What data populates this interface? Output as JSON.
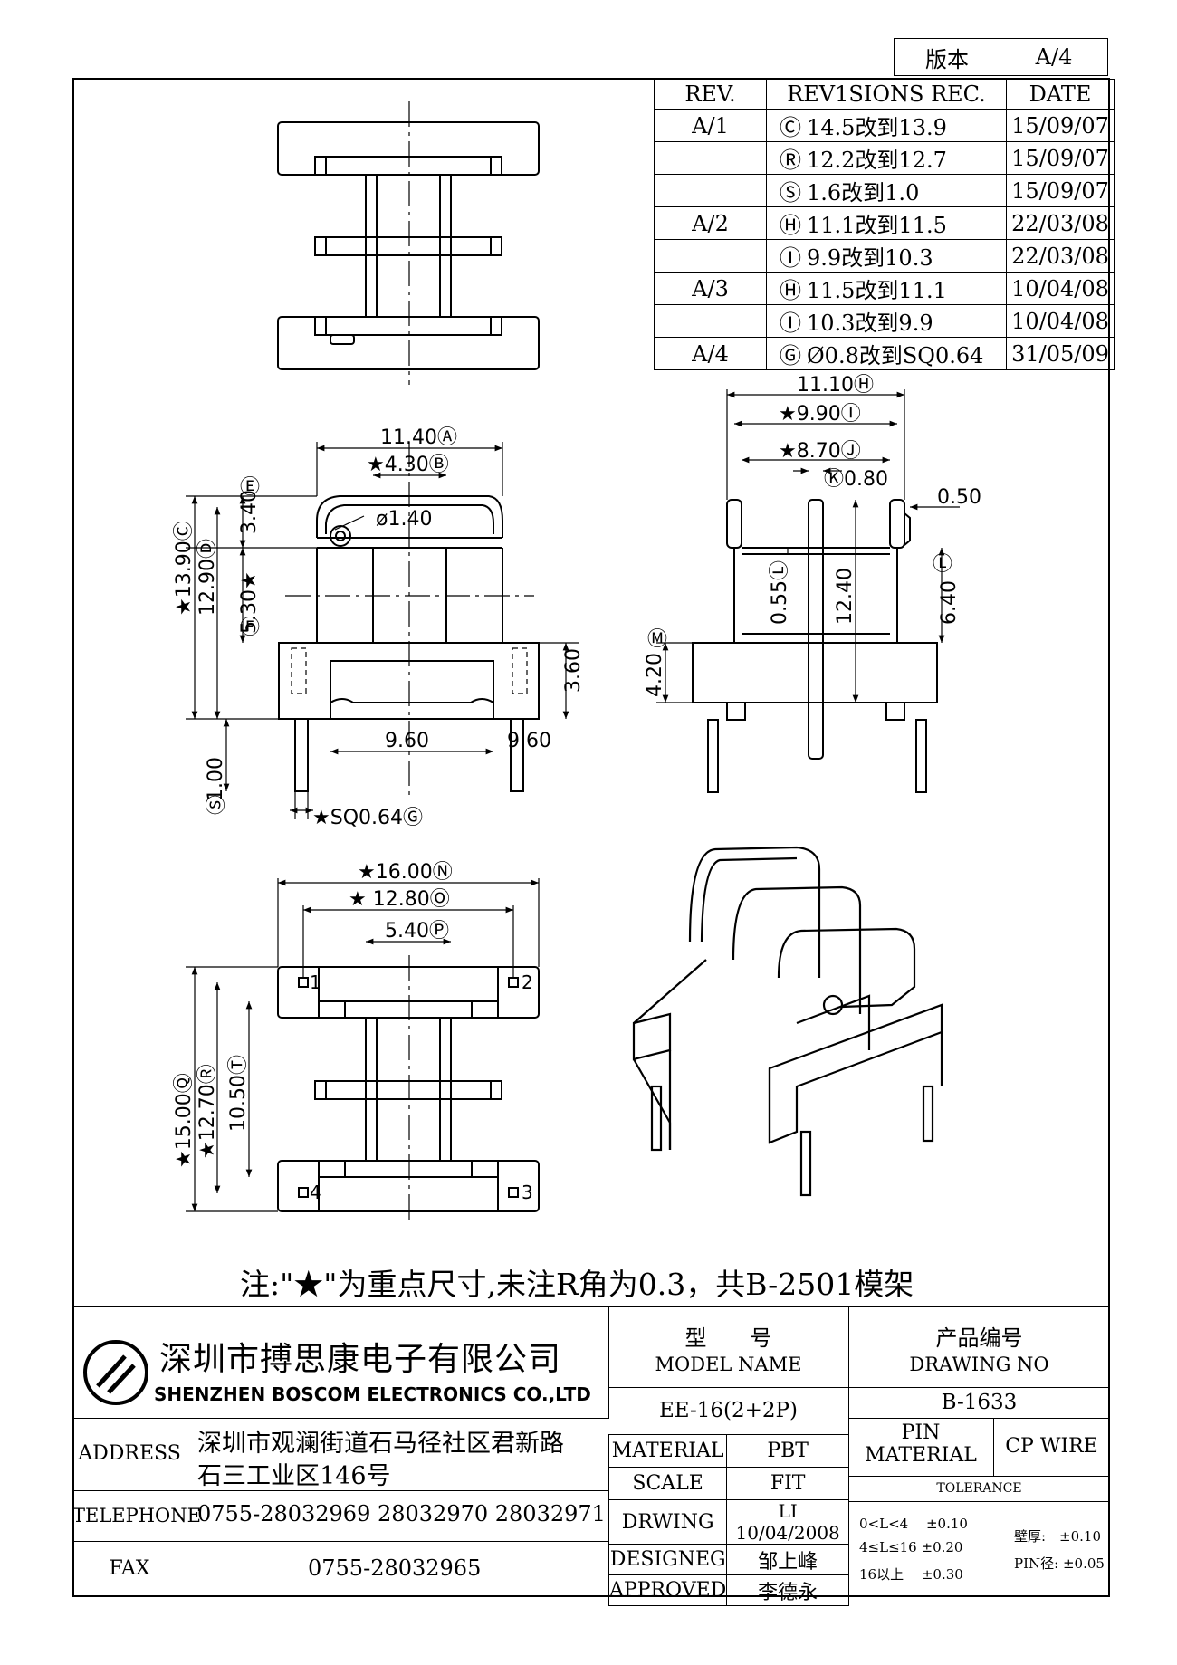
{
  "version": {
    "label": "版本",
    "value": "A/4"
  },
  "revisions": {
    "headers": [
      "REV.",
      "REV1SIONS REC.",
      "DATE"
    ],
    "rows": [
      {
        "rev": "A/1",
        "mark": "Ⓒ",
        "text": "14.5改到13.9",
        "date": "15/09/07"
      },
      {
        "rev": "",
        "mark": "Ⓡ",
        "text": "12.2改到12.7",
        "date": "15/09/07"
      },
      {
        "rev": "",
        "mark": "Ⓢ",
        "text": "1.6改到1.0",
        "date": "15/09/07"
      },
      {
        "rev": "A/2",
        "mark": "Ⓗ",
        "text": "11.1改到11.5",
        "date": "22/03/08"
      },
      {
        "rev": "",
        "mark": "Ⓘ",
        "text": "9.9改到10.3",
        "date": "22/03/08"
      },
      {
        "rev": "A/3",
        "mark": "Ⓗ",
        "text": "11.5改到11.1",
        "date": "10/04/08"
      },
      {
        "rev": "",
        "mark": "Ⓘ",
        "text": "10.3改到9.9",
        "date": "10/04/08"
      },
      {
        "rev": "A/4",
        "mark": "Ⓖ",
        "text": "Ø0.8改到SQ0.64",
        "date": "31/05/09"
      }
    ]
  },
  "dims": {
    "a": "11.40Ⓐ",
    "b": "★4.30Ⓑ",
    "c": "★13.90Ⓒ",
    "d": "12.90Ⓓ",
    "e": "Ⓔ",
    "f": "Ⓕ",
    "e_val": "3.40",
    "f_val": "5.30★",
    "phi": "ø1.40",
    "h360": "3.60",
    "w960": "9.60",
    "s100": "1.00",
    "s_mark": "Ⓢ",
    "sq": "★SQ0.64Ⓖ",
    "h": "11.10Ⓗ",
    "i": "★9.90Ⓘ",
    "j": "★8.70Ⓙ",
    "k": "Ⓚ0.80",
    "v050": "0.50",
    "l1": "0.55Ⓛ",
    "l2": "Ⓛ",
    "v1240": "12.40",
    "v640": "6.40",
    "m": "Ⓜ",
    "v420": "4.20",
    "n": "★16.00Ⓝ",
    "o": "★ 12.80Ⓞ",
    "p": "5.40Ⓟ",
    "q": "★15.00Ⓠ",
    "r": "★12.70Ⓡ",
    "t": "10.50Ⓣ",
    "pin1": "1",
    "pin2": "2",
    "pin3": "3",
    "pin4": "4"
  },
  "note": "注:\"★\"为重点尺寸,未注R角为0.3，共B-2501模架",
  "company": {
    "name_cn": "深圳市搏思康电子有限公司",
    "name_en": "SHENZHEN BOSCOM ELECTRONICS CO.,LTD",
    "address_label": "ADDRESS",
    "address_line1": "深圳市观澜街道石马径社区君新路",
    "address_line2": "石三工业区146号",
    "telephone_label": "TELEPHONE",
    "telephone": "0755-28032969 28032970 28032971",
    "fax_label": "FAX",
    "fax": "0755-28032965"
  },
  "title_block": {
    "model_cn": "型　　号",
    "model_en": "MODEL NAME",
    "model_value": "EE-16(2+2P)",
    "drawing_cn": "产品编号",
    "drawing_en": "DRAWING NO",
    "drawing_value": "B-1633",
    "material_label": "MATERIAL",
    "material_value": "PBT",
    "scale_label": "SCALE",
    "scale_value": "FIT",
    "drawing_label": "DRWING",
    "drawing_date": "LI 10/04/2008",
    "designer_label": "DESIGNEG",
    "designer_value": "邹上峰",
    "approved_label": "APPROVED",
    "approved_value": "李德永",
    "pin_material_label1": "PIN",
    "pin_material_label2": "MATERIAL",
    "pin_material_value": "CP WIRE",
    "tolerance_label": "TOLERANCE",
    "tol1": "0<L<4　 ±0.10",
    "tol2": "4≤L≤16 ±0.20",
    "tol3": "16以上　 ±0.30",
    "wall": "壁厚:　±0.10",
    "pin_dia": "PIN径: ±0.05"
  }
}
